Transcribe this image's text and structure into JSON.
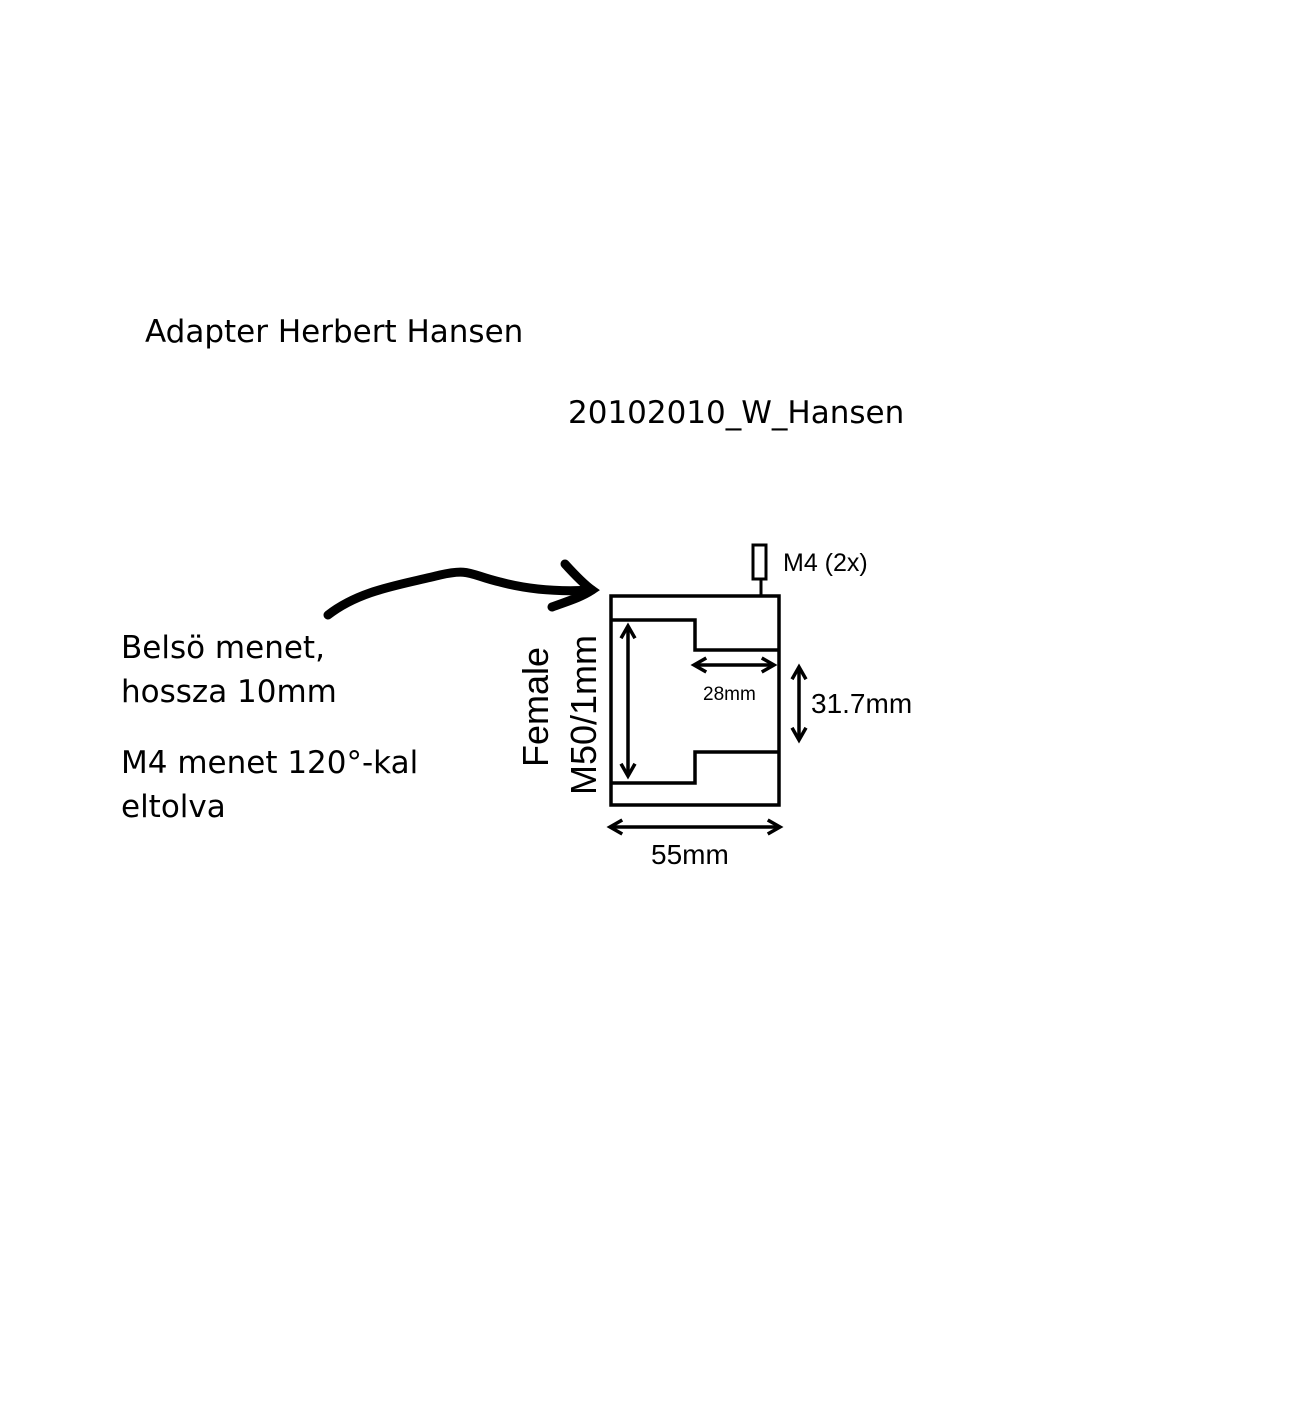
{
  "title": "Adapter Herbert Hansen",
  "drawing_id": "20102010_W_Hansen",
  "notes": {
    "line1": "Belsö menet,",
    "line2": "hossza 10mm",
    "line3": "M4 menet 120°-kal",
    "line4": "eltolva"
  },
  "labels": {
    "screw": "M4 (2x)",
    "female": "Female",
    "thread": "M50/1mm",
    "inner_depth": "28mm",
    "inner_diameter": "31.7mm",
    "width": "55mm"
  }
}
